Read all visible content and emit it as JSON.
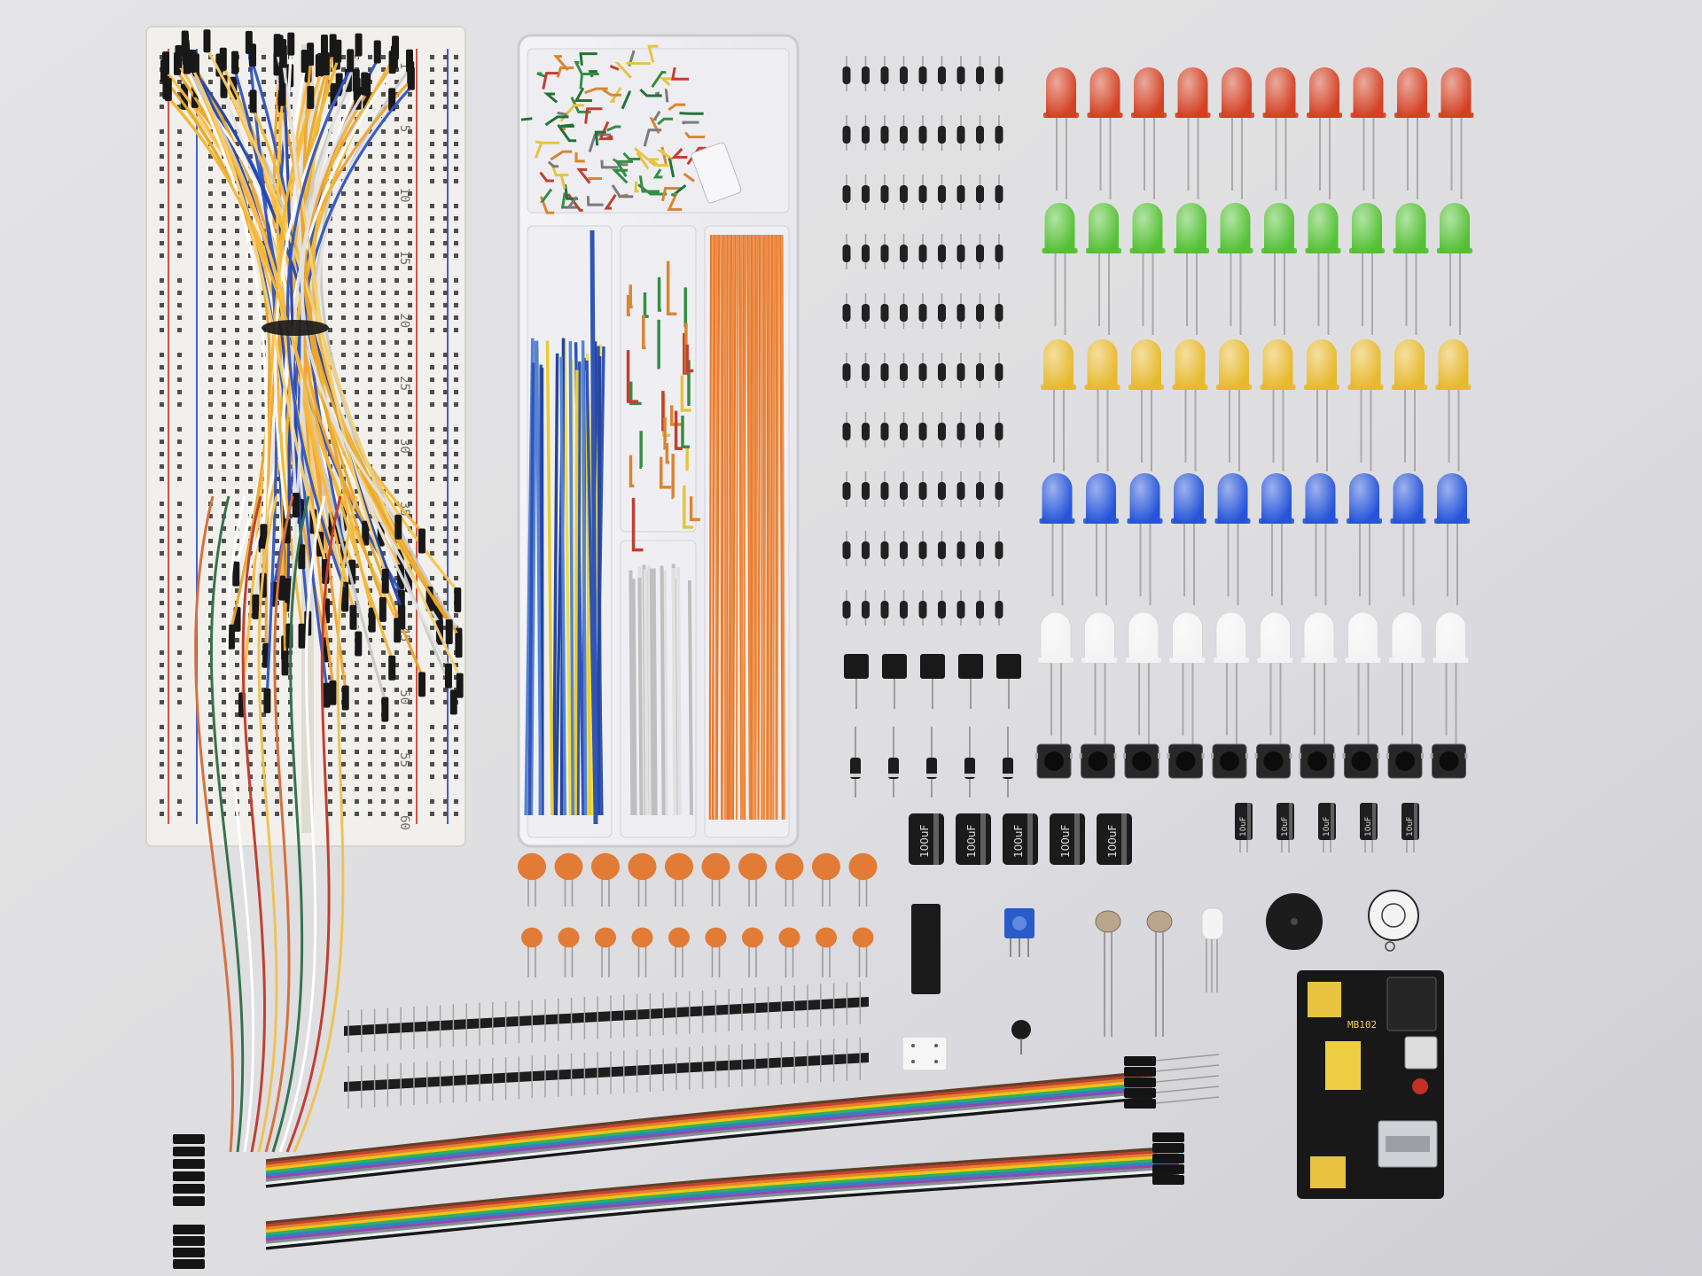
{
  "photo": {
    "subject": "",
    "colors": {
      "backdrop": "#e9e9ec",
      "breadboard": "#f2f0ec",
      "breadboard_rail_red": "#d84a3a",
      "breadboard_rail_blue": "#3a5bd0",
      "led_red": "#d23b1c",
      "led_green": "#4fbf2e",
      "led_yellow": "#e7b727",
      "led_blue": "#1f4fd8",
      "led_white": "#f3f3f3",
      "resistor_body": "#1a1a1a",
      "cap_ceramic": "#e0772f",
      "header_black": "#161616",
      "pcb_black": "#111111"
    }
  },
  "breadboard": {
    "row_labels": [
      "1",
      "5",
      "10",
      "15",
      "20",
      "25",
      "30",
      "35",
      "40",
      "45",
      "50",
      "55",
      "60"
    ]
  },
  "leds": {
    "rows": [
      {
        "color": "red",
        "count": 10
      },
      {
        "color": "green",
        "count": 10
      },
      {
        "color": "yellow",
        "count": 10
      },
      {
        "color": "blue",
        "count": 10
      },
      {
        "color": "white",
        "count": 10
      }
    ]
  },
  "resistors": {
    "rows": 10,
    "per_row": 9
  },
  "capacitors": {
    "large_label": "100uF",
    "small_label": "10uF",
    "large_count": 5,
    "small_count": 5
  },
  "ceramic_caps": {
    "rows": 2,
    "per_row": 10
  },
  "buttons": {
    "count": 10
  },
  "power_module": {
    "label": "MB102"
  }
}
